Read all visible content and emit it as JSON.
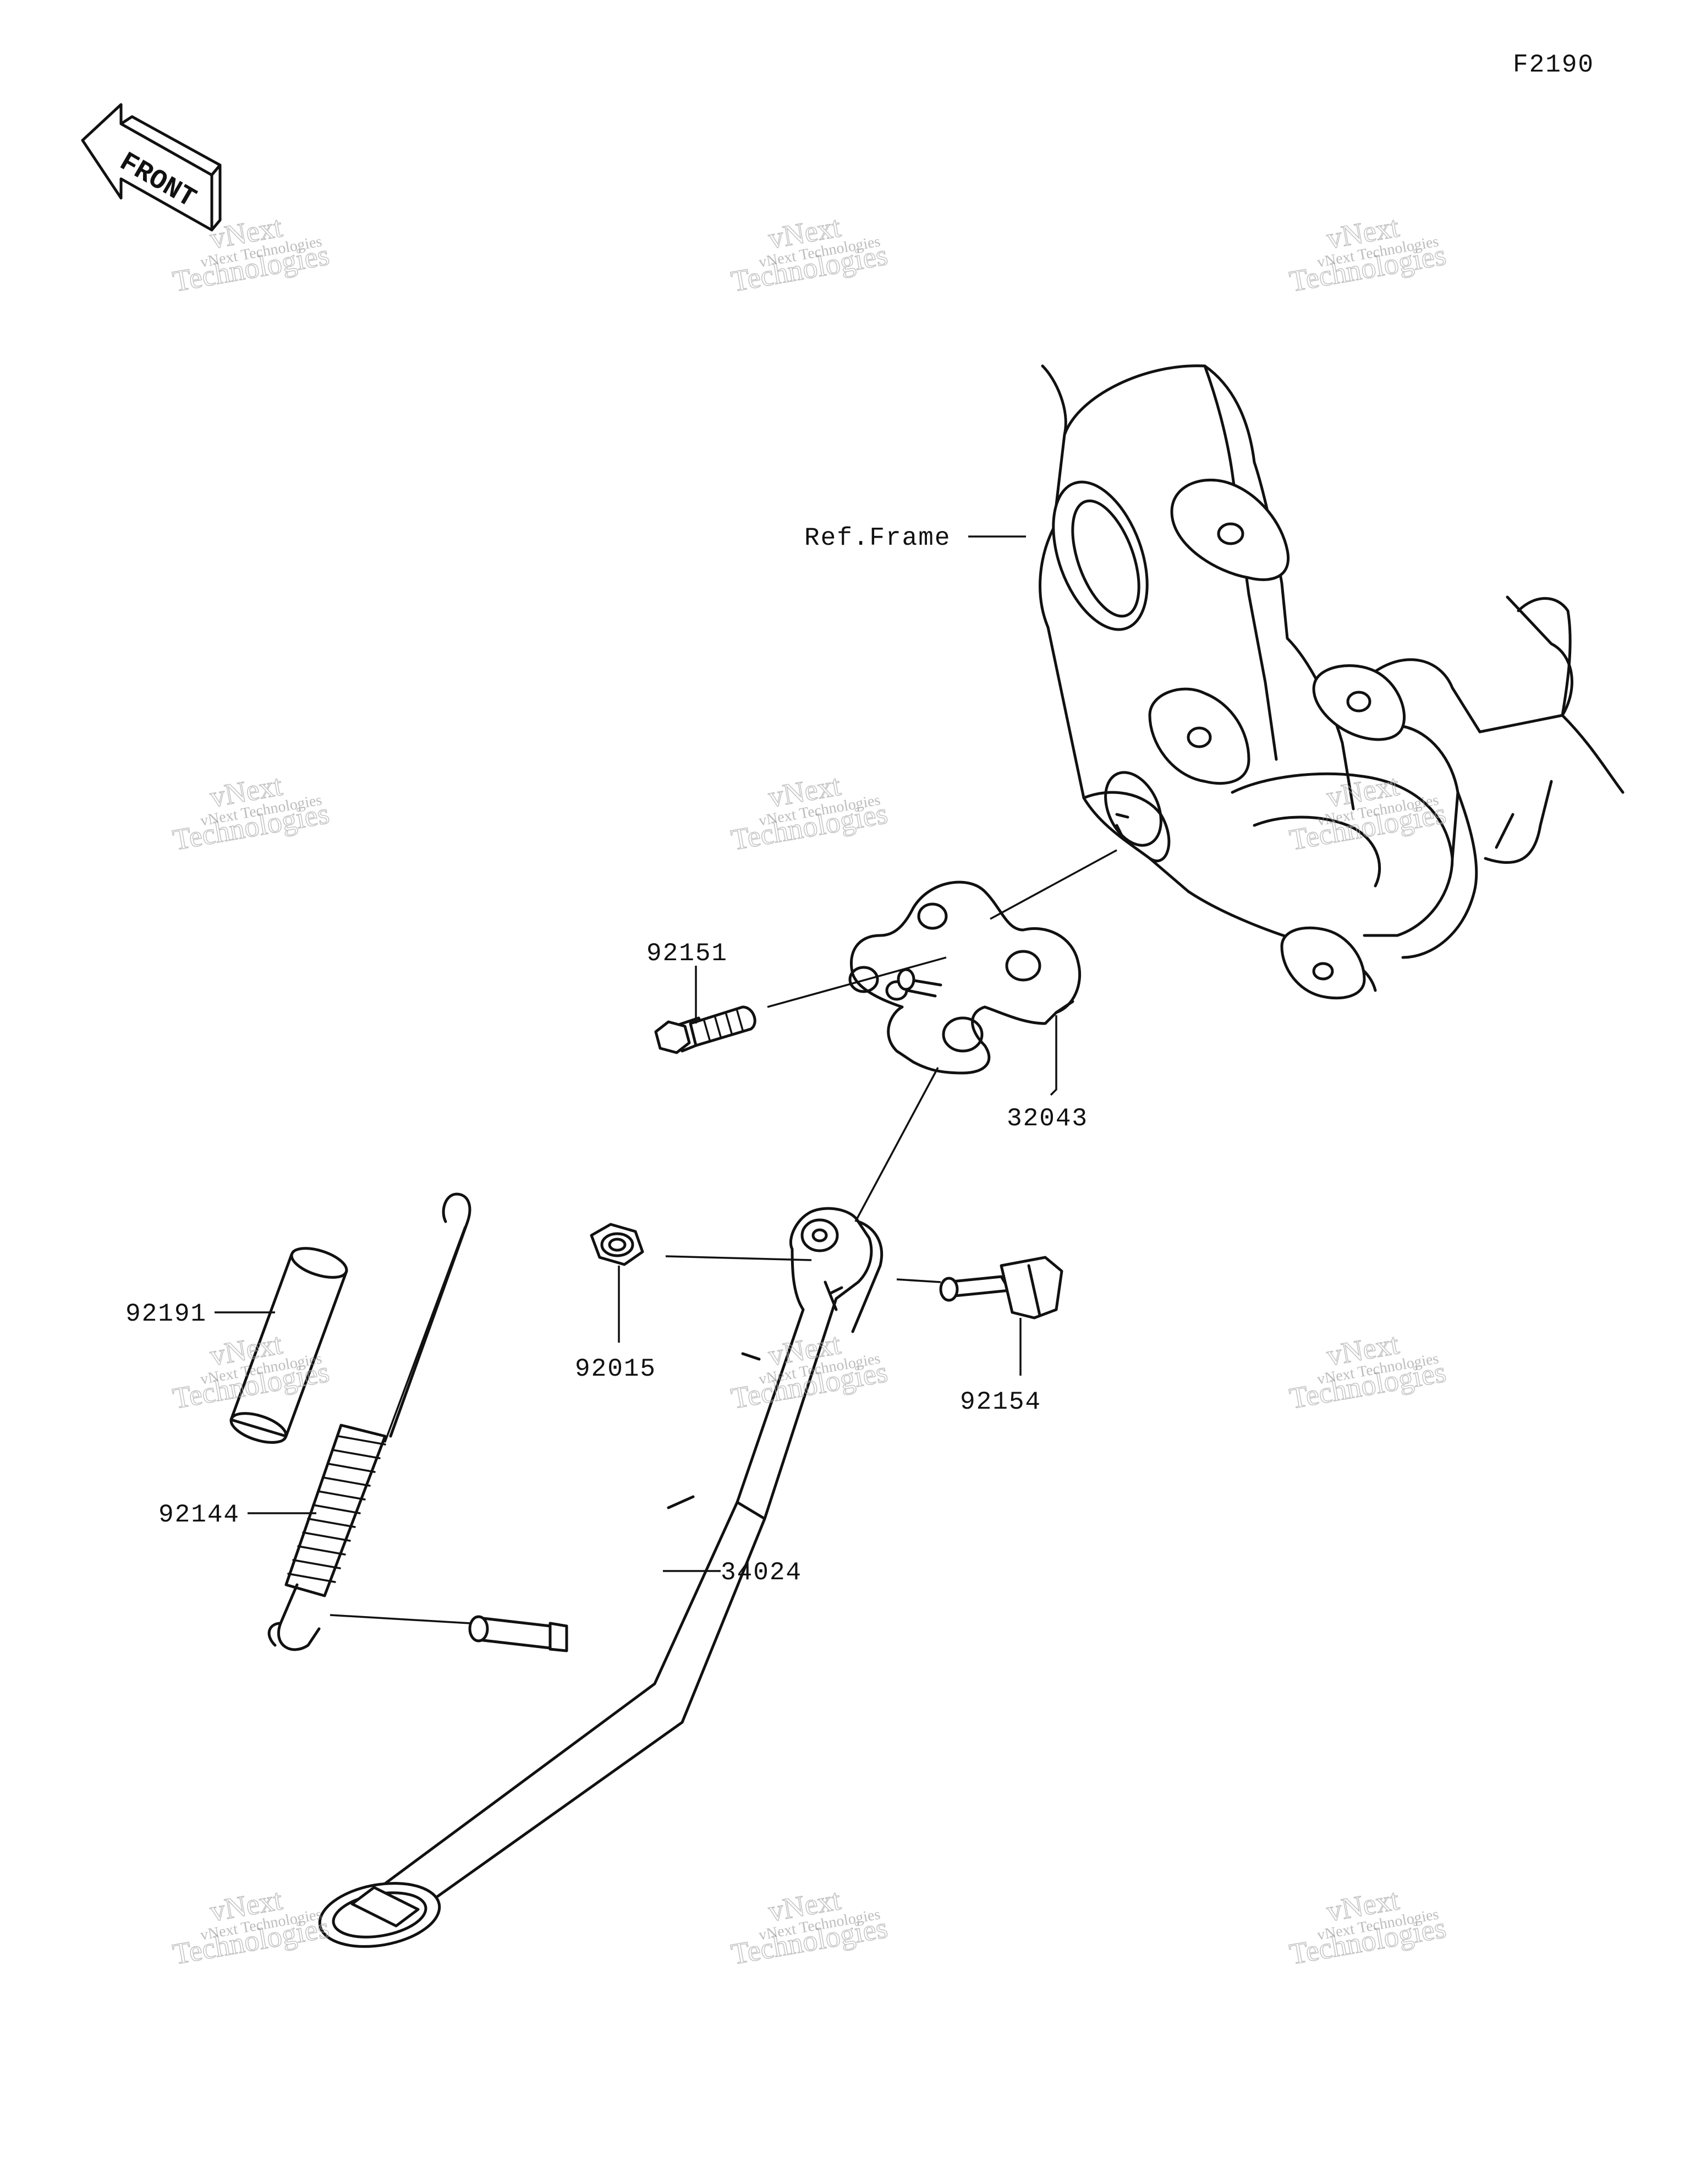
{
  "diagram_code": "F2190",
  "front_label": "FRONT",
  "ref_frame_label": "Ref.Frame",
  "parts": [
    {
      "id": "p-92151",
      "number": "92151"
    },
    {
      "id": "p-32043",
      "number": "32043"
    },
    {
      "id": "p-92191",
      "number": "92191"
    },
    {
      "id": "p-92015",
      "number": "92015"
    },
    {
      "id": "p-92154",
      "number": "92154"
    },
    {
      "id": "p-92144",
      "number": "92144"
    },
    {
      "id": "p-34024",
      "number": "34024"
    }
  ],
  "watermark": {
    "line1": "vNext Technologies",
    "line2": "vNext",
    "line3": "Technologies"
  }
}
